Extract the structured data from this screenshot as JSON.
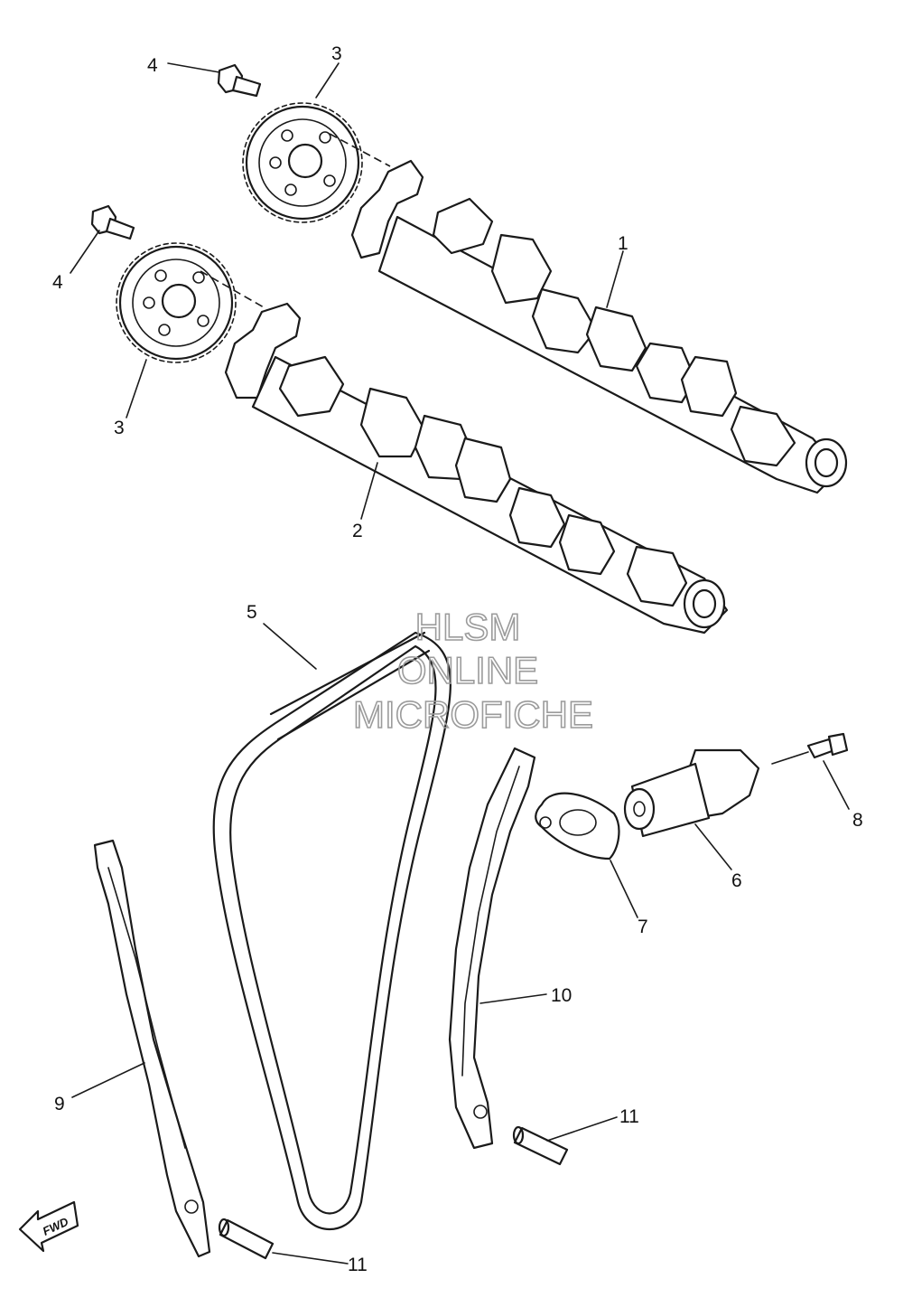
{
  "callouts": [
    {
      "id": "c1",
      "text": "1"
    },
    {
      "id": "c2",
      "text": "2"
    },
    {
      "id": "c3a",
      "text": "3"
    },
    {
      "id": "c3b",
      "text": "3"
    },
    {
      "id": "c4a",
      "text": "4"
    },
    {
      "id": "c4b",
      "text": "4"
    },
    {
      "id": "c5",
      "text": "5"
    },
    {
      "id": "c6",
      "text": "6"
    },
    {
      "id": "c7",
      "text": "7"
    },
    {
      "id": "c8",
      "text": "8"
    },
    {
      "id": "c9",
      "text": "9"
    },
    {
      "id": "c10",
      "text": "10"
    },
    {
      "id": "c11a",
      "text": "11"
    },
    {
      "id": "c11b",
      "text": "11"
    }
  ],
  "watermark": {
    "line1": "HLSM",
    "line2": "ONLINE",
    "line3": "MICROFICHE"
  },
  "fwd_label": "FWD",
  "colors": {
    "line": "#1a1a1a",
    "watermark": "#9b9b9b",
    "background": "#ffffff"
  }
}
